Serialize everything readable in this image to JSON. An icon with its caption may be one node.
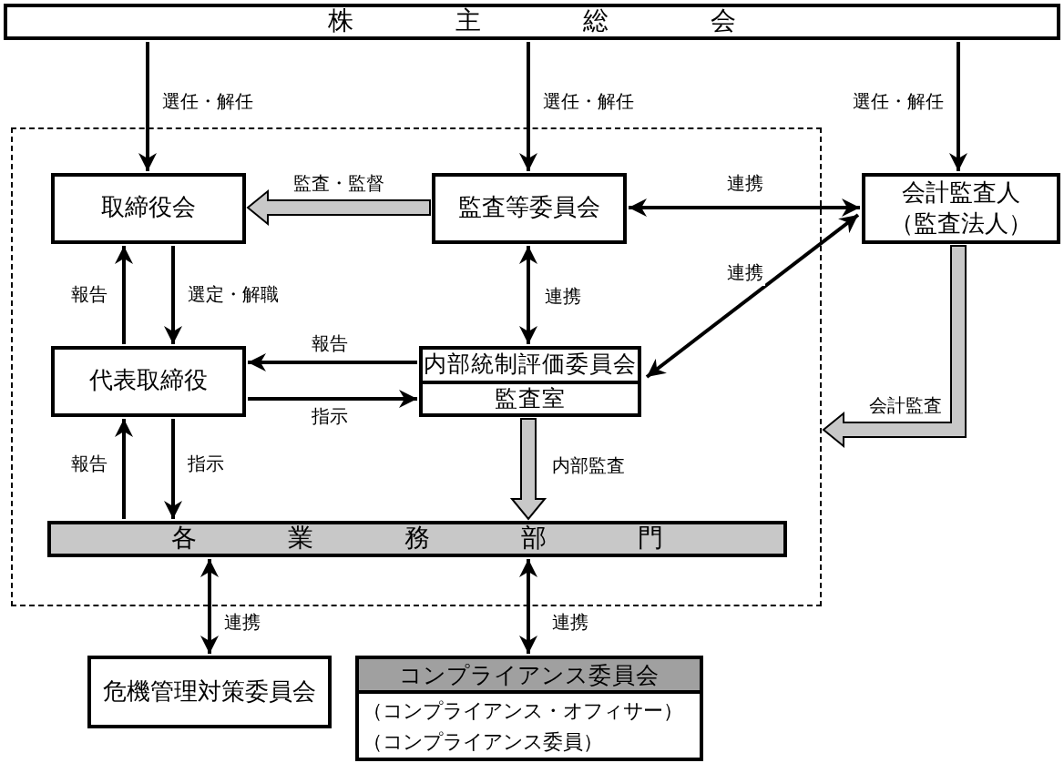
{
  "diagram": {
    "nodes": [
      {
        "text": [
          "株主総会"
        ]
      },
      {
        "text": [],
        "shape": "box"
      },
      {
        "text": [
          "取締役会"
        ],
        "in": 1
      },
      {
        "text": [
          "監査等委員会"
        ],
        "in": 1
      },
      {
        "text": [
          "会計監査人",
          "（監査法人）"
        ]
      },
      {
        "text": [
          "代表取締役"
        ],
        "in": 1
      },
      {
        "text": [
          "内部統制評価委員会",
          "監査室"
        ],
        "in": 1
      },
      {
        "text": [
          "各業務部門"
        ],
        "in": 1
      },
      {
        "text": [
          "危機管理対策委員会"
        ]
      },
      {
        "text": [
          "コンプライアンス委員会",
          "（コンプライアンス・オフィサー）",
          "（コンプライアンス委員）"
        ]
      }
    ],
    "edges": [
      {
        "from": 0,
        "to": 2,
        "arrow": "to",
        "label": "選任・解任"
      },
      {
        "from": 0,
        "to": 3,
        "arrow": "to",
        "label": "選任・解任"
      },
      {
        "from": 0,
        "to": 4,
        "arrow": "to",
        "label": "選任・解任"
      },
      {
        "from": 3,
        "to": 2,
        "arrow": "to",
        "label": "監査・監督",
        "style": "thick",
        "color": "#c8c8c8"
      },
      {
        "from": 3,
        "to": 4,
        "arrow": "both",
        "label": "連携"
      },
      {
        "from": 5,
        "to": 2,
        "arrow": "to",
        "label": "報告"
      },
      {
        "from": 2,
        "to": 5,
        "arrow": "to",
        "label": "選定・解職"
      },
      {
        "from": 3,
        "to": 6,
        "arrow": "both",
        "label": "連携"
      },
      {
        "from": 6,
        "to": 5,
        "arrow": "to",
        "label": "報告"
      },
      {
        "from": 5,
        "to": 6,
        "arrow": "to",
        "label": "指示"
      },
      {
        "from": 4,
        "to": 6,
        "arrow": "both",
        "label": "連携"
      },
      {
        "from": 4,
        "to": 1,
        "arrow": "to",
        "label": "会計監査",
        "style": "thick",
        "color": "#c8c8c8"
      },
      {
        "from": 6,
        "to": 7,
        "arrow": "to",
        "label": "内部監査",
        "style": "thick",
        "color": "#c8c8c8"
      },
      {
        "from": 7,
        "to": 5,
        "arrow": "to",
        "label": "報告"
      },
      {
        "from": 5,
        "to": 7,
        "arrow": "to",
        "label": "指示"
      },
      {
        "from": 7,
        "to": 8,
        "arrow": "both",
        "label": "連携"
      },
      {
        "from": 7,
        "to": 9,
        "arrow": "both",
        "label": "連携"
      }
    ]
  }
}
